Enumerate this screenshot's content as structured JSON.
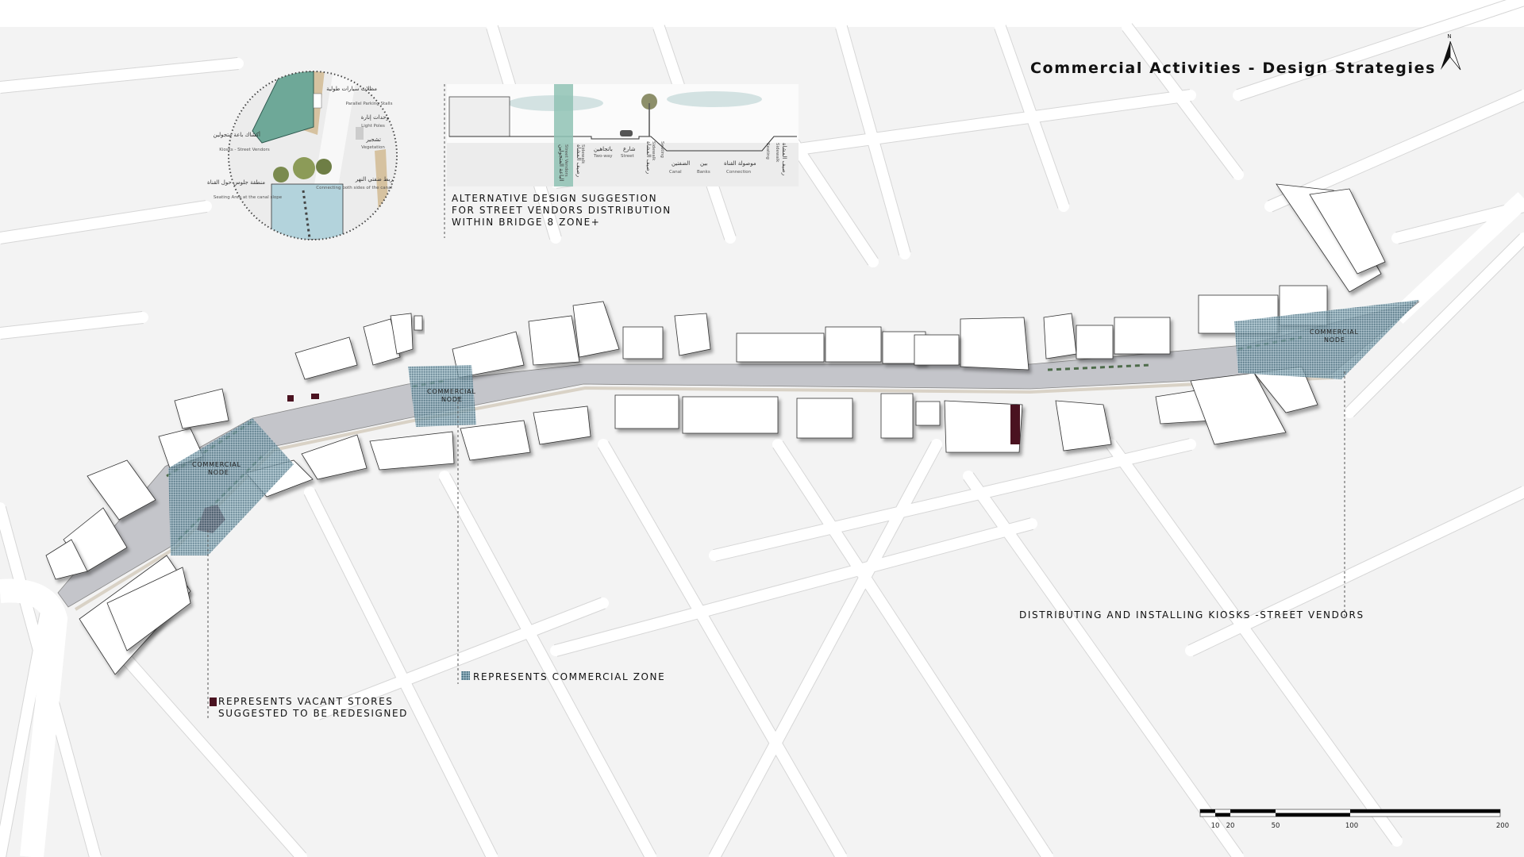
{
  "title": "Commercial Activities - Design Strategies",
  "north_arrow": {
    "label": "N",
    "icon": "north-arrow-icon"
  },
  "scale_bar": {
    "ticks": [
      "10",
      "20",
      "50",
      "100",
      "200"
    ]
  },
  "commercial_node_label": [
    "COMMERCIAL",
    "NODE"
  ],
  "annotations": {
    "alternative_design": [
      "ALTERNATIVE DESIGN SUGGESTION",
      "FOR STREET VENDORS DISTRIBUTION",
      "WITHIN BRIDGE 8 ZONE+"
    ],
    "kiosks": "DISTRIBUTING AND INSTALLING KIOSKS -STREET VENDORS"
  },
  "legend": {
    "commercial_zone": "REPRESENTS COMMERCIAL ZONE",
    "vacant_stores": [
      "REPRESENTS VACANT STORES",
      "SUGGESTED TO BE REDESIGNED"
    ]
  },
  "colors": {
    "vacant_store": "#4a1220",
    "commercial_zone": "#6f95a6",
    "canal": "#c4c5ca",
    "vendor_band": "#8fc2b4"
  },
  "inset_plan": {
    "labels": [
      {
        "ar": "مظلات سيارات طولية",
        "en": "Parallel Parking Stalls"
      },
      {
        "ar": "وحدات إنارة",
        "en": "Light Poles"
      },
      {
        "ar": "تشجير",
        "en": "Vegetation"
      },
      {
        "ar": "أكشاك باعة متجولين",
        "en": "Kiosks - Street Vendors"
      },
      {
        "ar": "منطقة جلوس حول القناة",
        "en": "Seating Area at the canal slope"
      },
      {
        "ar": "ربط ضفتي النهر",
        "en": "Connecting both sides of the canal"
      }
    ]
  },
  "section": {
    "labels": [
      {
        "ar": "الباعة المتجولين",
        "en": "Street Vendors"
      },
      {
        "ar": "رصيف المشاة",
        "en": "Sidewalk"
      },
      {
        "ar": "باتجاهين",
        "en": "Two-way"
      },
      {
        "ar": "شارع",
        "en": "Street"
      },
      {
        "ar": "رصيف المشاة",
        "en": "Sidewalk"
      },
      {
        "ar": "منطقة جلوس",
        "en": "Seating"
      },
      {
        "ar": "الضفتين",
        "en": "Canal"
      },
      {
        "ar": "بين",
        "en": "Banks"
      },
      {
        "ar": "موصولة القناة",
        "en": "Connection"
      },
      {
        "ar": "منطقة جلوس",
        "en": "Seating"
      },
      {
        "ar": "رصيف المشاة",
        "en": "Sidewalk"
      }
    ]
  }
}
